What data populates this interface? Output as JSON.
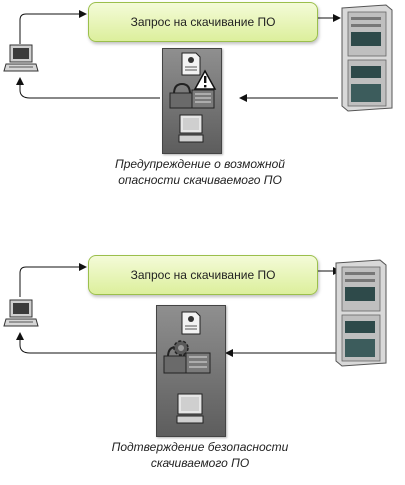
{
  "scenes": [
    {
      "request_label": "Запрос на скачивание ПО",
      "caption_line1": "Предупреждение  о возможной",
      "caption_line2": "опасности скачиваемого ПО",
      "status": "warning"
    },
    {
      "request_label": "Запрос на скачивание ПО",
      "caption_line1": "Подтверждение безопасности",
      "caption_line2": "скачиваемого ПО",
      "status": "safe"
    }
  ],
  "colors": {
    "pill_fill": "#dcef9c",
    "panel_fill": "#777777",
    "arrow": "#111111"
  },
  "icons": [
    "laptop-icon",
    "server-icon",
    "warning-icon",
    "certificate-icon",
    "padlock-icon",
    "gear-icon",
    "computer-icon"
  ]
}
